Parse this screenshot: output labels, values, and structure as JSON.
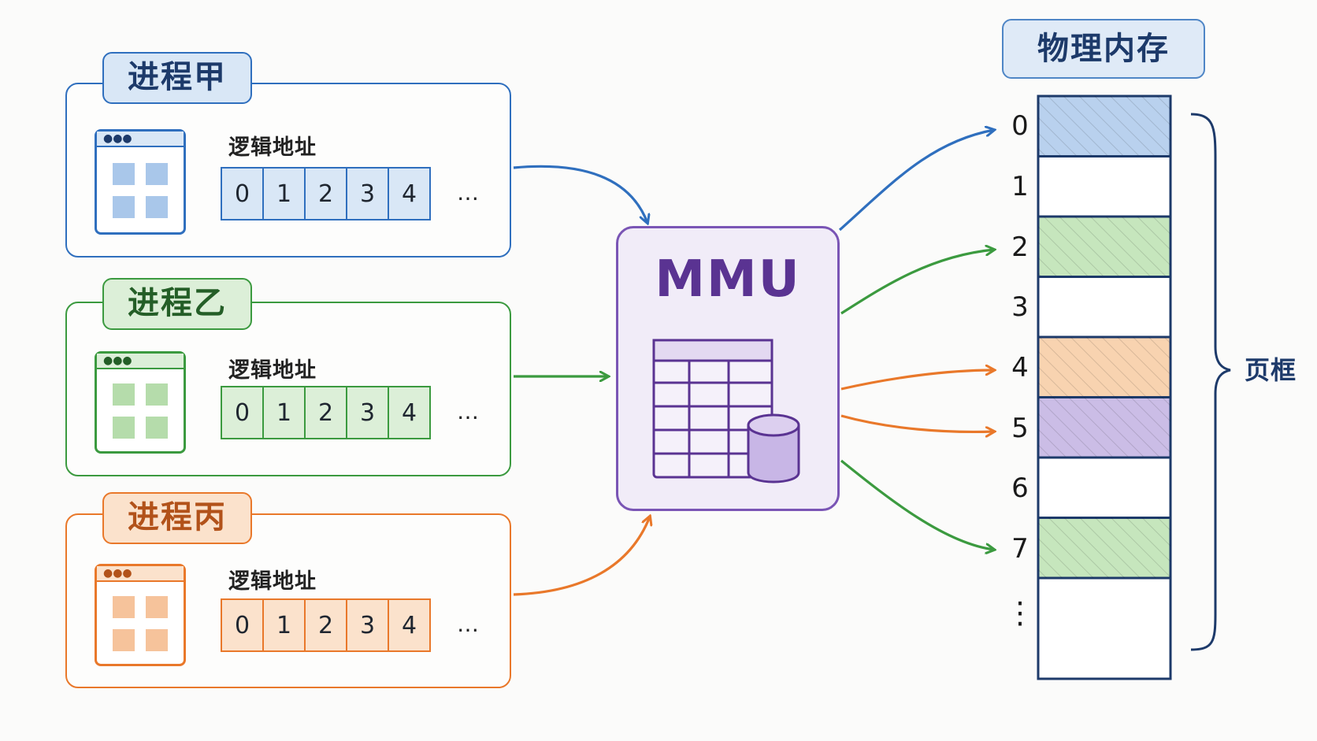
{
  "processes": [
    {
      "name": "进程甲",
      "address_label": "逻辑地址",
      "pages": [
        "0",
        "1",
        "2",
        "3",
        "4"
      ],
      "more": "…",
      "color": "#2f6fbe",
      "fill": "#d9e7f6",
      "target_frame": "0"
    },
    {
      "name": "进程乙",
      "address_label": "逻辑地址",
      "pages": [
        "0",
        "1",
        "2",
        "3",
        "4"
      ],
      "more": "…",
      "color": "#3b9a3f",
      "fill": "#dcefd8",
      "target_frame": "2"
    },
    {
      "name": "进程丙",
      "address_label": "逻辑地址",
      "pages": [
        "0",
        "1",
        "2",
        "3",
        "4"
      ],
      "more": "…",
      "color": "#e9782a",
      "fill": "#fbe2cc",
      "target_frame": "4"
    }
  ],
  "mmu": {
    "title": "MMU",
    "color": "#7a55b5",
    "fill": "#f1ecf8"
  },
  "memory": {
    "title": "物理内存",
    "frame_label": "页框",
    "frames": [
      {
        "number": "0",
        "owner": "blue",
        "color": "#b9d1ee"
      },
      {
        "number": "1",
        "owner": "none",
        "color": "#ffffff"
      },
      {
        "number": "2",
        "owner": "green",
        "color": "#c6e6bd"
      },
      {
        "number": "3",
        "owner": "none",
        "color": "#ffffff"
      },
      {
        "number": "4",
        "owner": "orange",
        "color": "#f8d3b0"
      },
      {
        "number": "5",
        "owner": "purple",
        "color": "#cbbde6"
      },
      {
        "number": "6",
        "owner": "none",
        "color": "#ffffff"
      },
      {
        "number": "7",
        "owner": "green",
        "color": "#c6e6bd"
      }
    ],
    "continuation": "⋮"
  },
  "mappings": [
    {
      "to_frame": "0",
      "color": "#2f6fbe"
    },
    {
      "to_frame": "2",
      "color": "#3b9a3f"
    },
    {
      "to_frame": "4",
      "color": "#e9782a"
    },
    {
      "to_frame": "5",
      "color": "#e9782a"
    },
    {
      "to_frame": "7",
      "color": "#3b9a3f"
    }
  ]
}
